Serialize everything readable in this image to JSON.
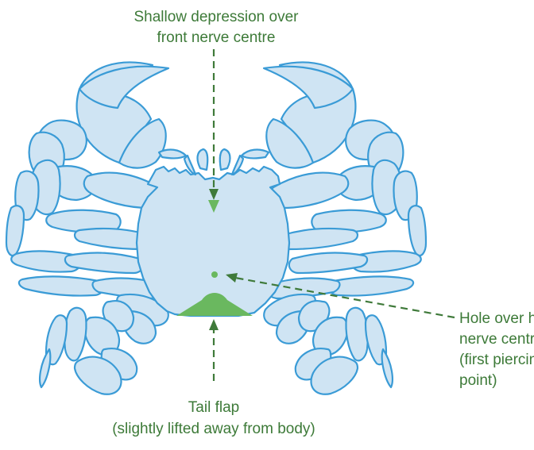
{
  "labels": {
    "front_depression_line1": "Shallow depression over",
    "front_depression_line2": "front nerve centre",
    "hind_hole_line1": "Hole over hind",
    "hind_hole_line2": "nerve centre",
    "hind_hole_line3": "(first piercing",
    "hind_hole_line4": "point)",
    "tail_flap_line1": "Tail flap",
    "tail_flap_line2": "(slightly lifted away from body)"
  },
  "colors": {
    "body_fill": "#cfe4f3",
    "body_outline": "#3a9bd6",
    "marker_green": "#6ab85f",
    "leader_green": "#3f7a3a",
    "text_green": "#3d7a38"
  }
}
